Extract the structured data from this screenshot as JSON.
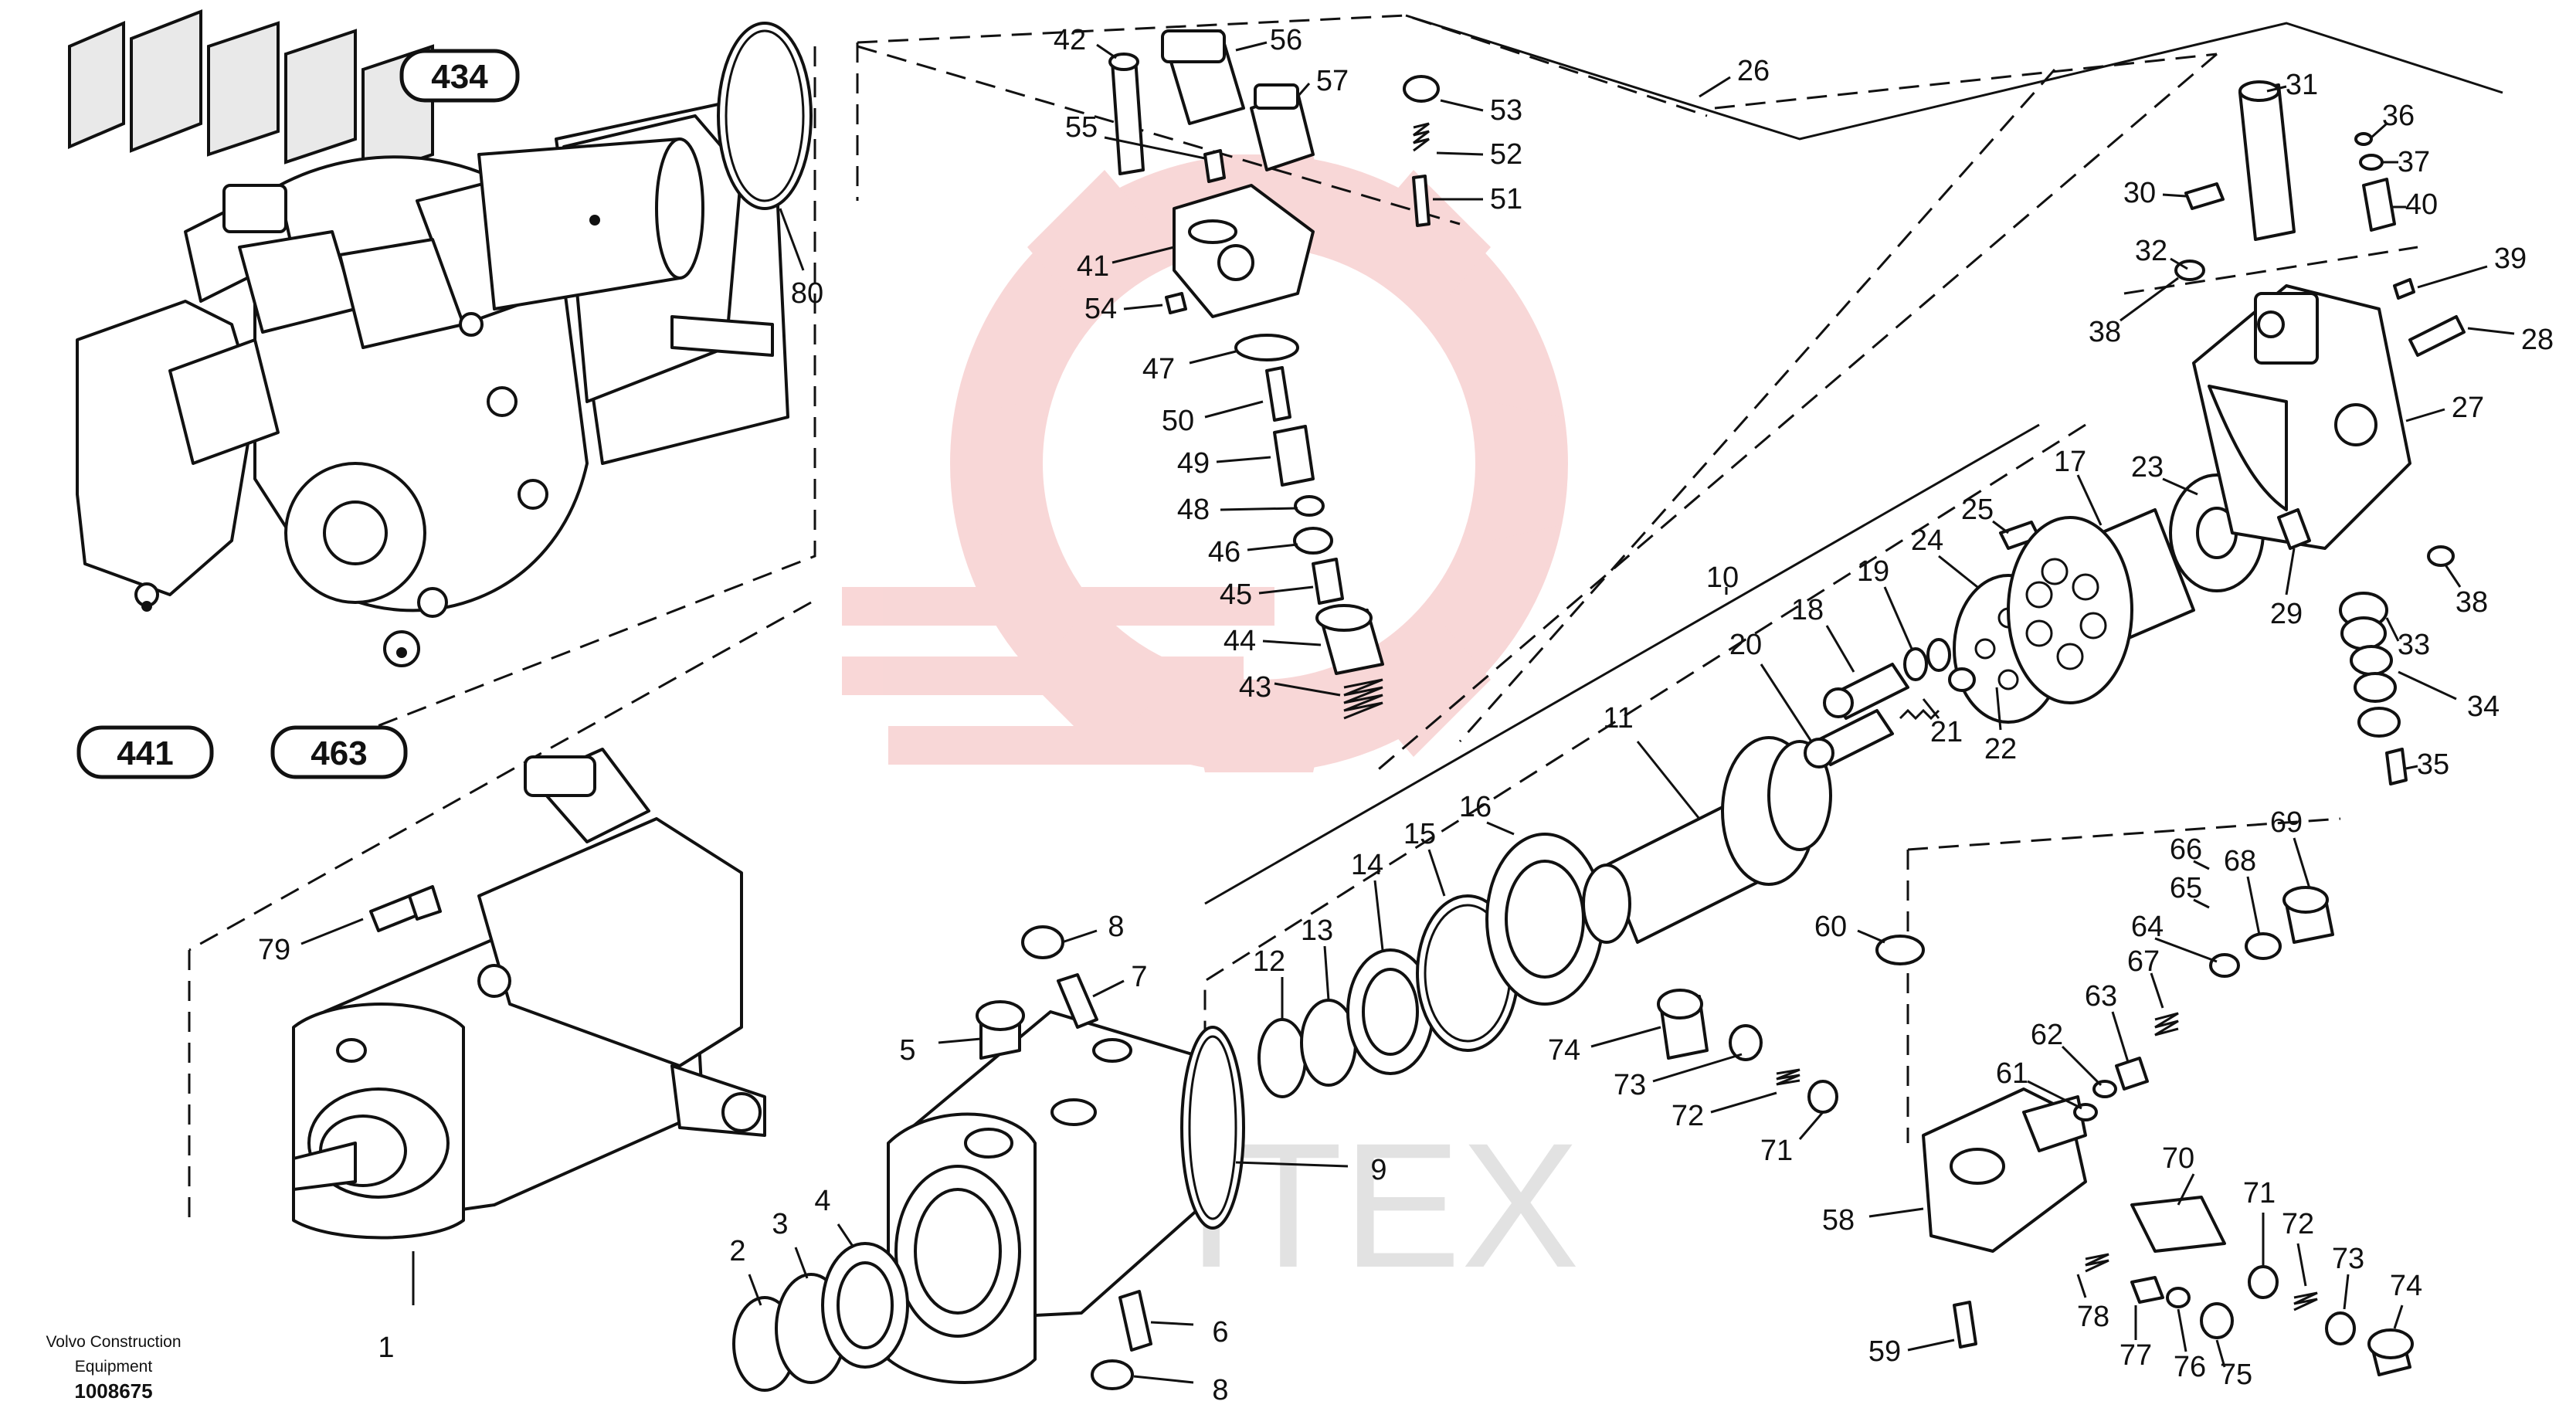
{
  "watermark": {
    "text": "MHTEX",
    "gear_color": "#f4b7b7",
    "text_color": "#cfcfcf"
  },
  "footer": {
    "line1": "Volvo Construction",
    "line2": "Equipment",
    "doc_number": "1008675"
  },
  "reference_labels": [
    "434",
    "441",
    "463"
  ],
  "callouts": [
    {
      "id": "c1",
      "label": "1"
    },
    {
      "id": "c2",
      "label": "2"
    },
    {
      "id": "c3",
      "label": "3"
    },
    {
      "id": "c4",
      "label": "4"
    },
    {
      "id": "c5",
      "label": "5"
    },
    {
      "id": "c6",
      "label": "6"
    },
    {
      "id": "c7",
      "label": "7"
    },
    {
      "id": "c8a",
      "label": "8"
    },
    {
      "id": "c8b",
      "label": "8"
    },
    {
      "id": "c9",
      "label": "9"
    },
    {
      "id": "c10",
      "label": "10"
    },
    {
      "id": "c11",
      "label": "11"
    },
    {
      "id": "c12",
      "label": "12"
    },
    {
      "id": "c13",
      "label": "13"
    },
    {
      "id": "c14",
      "label": "14"
    },
    {
      "id": "c15",
      "label": "15"
    },
    {
      "id": "c16",
      "label": "16"
    },
    {
      "id": "c17",
      "label": "17"
    },
    {
      "id": "c18",
      "label": "18"
    },
    {
      "id": "c19",
      "label": "19"
    },
    {
      "id": "c20",
      "label": "20"
    },
    {
      "id": "c21",
      "label": "21"
    },
    {
      "id": "c22",
      "label": "22"
    },
    {
      "id": "c23",
      "label": "23"
    },
    {
      "id": "c24",
      "label": "24"
    },
    {
      "id": "c25",
      "label": "25"
    },
    {
      "id": "c26",
      "label": "26"
    },
    {
      "id": "c27",
      "label": "27"
    },
    {
      "id": "c28",
      "label": "28"
    },
    {
      "id": "c29",
      "label": "29"
    },
    {
      "id": "c30",
      "label": "30"
    },
    {
      "id": "c31",
      "label": "31"
    },
    {
      "id": "c32",
      "label": "32"
    },
    {
      "id": "c33",
      "label": "33"
    },
    {
      "id": "c34",
      "label": "34"
    },
    {
      "id": "c35",
      "label": "35"
    },
    {
      "id": "c36",
      "label": "36"
    },
    {
      "id": "c37",
      "label": "37"
    },
    {
      "id": "c38a",
      "label": "38"
    },
    {
      "id": "c38b",
      "label": "38"
    },
    {
      "id": "c39",
      "label": "39"
    },
    {
      "id": "c40",
      "label": "40"
    },
    {
      "id": "c41",
      "label": "41"
    },
    {
      "id": "c42",
      "label": "42"
    },
    {
      "id": "c43",
      "label": "43"
    },
    {
      "id": "c44",
      "label": "44"
    },
    {
      "id": "c45",
      "label": "45"
    },
    {
      "id": "c46",
      "label": "46"
    },
    {
      "id": "c47",
      "label": "47"
    },
    {
      "id": "c48",
      "label": "48"
    },
    {
      "id": "c49",
      "label": "49"
    },
    {
      "id": "c50",
      "label": "50"
    },
    {
      "id": "c51",
      "label": "51"
    },
    {
      "id": "c52",
      "label": "52"
    },
    {
      "id": "c53",
      "label": "53"
    },
    {
      "id": "c54",
      "label": "54"
    },
    {
      "id": "c55",
      "label": "55"
    },
    {
      "id": "c56",
      "label": "56"
    },
    {
      "id": "c57",
      "label": "57"
    },
    {
      "id": "c58",
      "label": "58"
    },
    {
      "id": "c59",
      "label": "59"
    },
    {
      "id": "c60",
      "label": "60"
    },
    {
      "id": "c61",
      "label": "61"
    },
    {
      "id": "c62",
      "label": "62"
    },
    {
      "id": "c63",
      "label": "63"
    },
    {
      "id": "c64",
      "label": "64"
    },
    {
      "id": "c65",
      "label": "65"
    },
    {
      "id": "c66",
      "label": "66"
    },
    {
      "id": "c67",
      "label": "67"
    },
    {
      "id": "c68",
      "label": "68"
    },
    {
      "id": "c69",
      "label": "69"
    },
    {
      "id": "c70",
      "label": "70"
    },
    {
      "id": "c71a",
      "label": "71"
    },
    {
      "id": "c71b",
      "label": "71"
    },
    {
      "id": "c72a",
      "label": "72"
    },
    {
      "id": "c72b",
      "label": "72"
    },
    {
      "id": "c73a",
      "label": "73"
    },
    {
      "id": "c73b",
      "label": "73"
    },
    {
      "id": "c74a",
      "label": "74"
    },
    {
      "id": "c74b",
      "label": "74"
    },
    {
      "id": "c75",
      "label": "75"
    },
    {
      "id": "c76",
      "label": "76"
    },
    {
      "id": "c77",
      "label": "77"
    },
    {
      "id": "c78",
      "label": "78"
    },
    {
      "id": "c79",
      "label": "79"
    },
    {
      "id": "c80",
      "label": "80"
    }
  ]
}
